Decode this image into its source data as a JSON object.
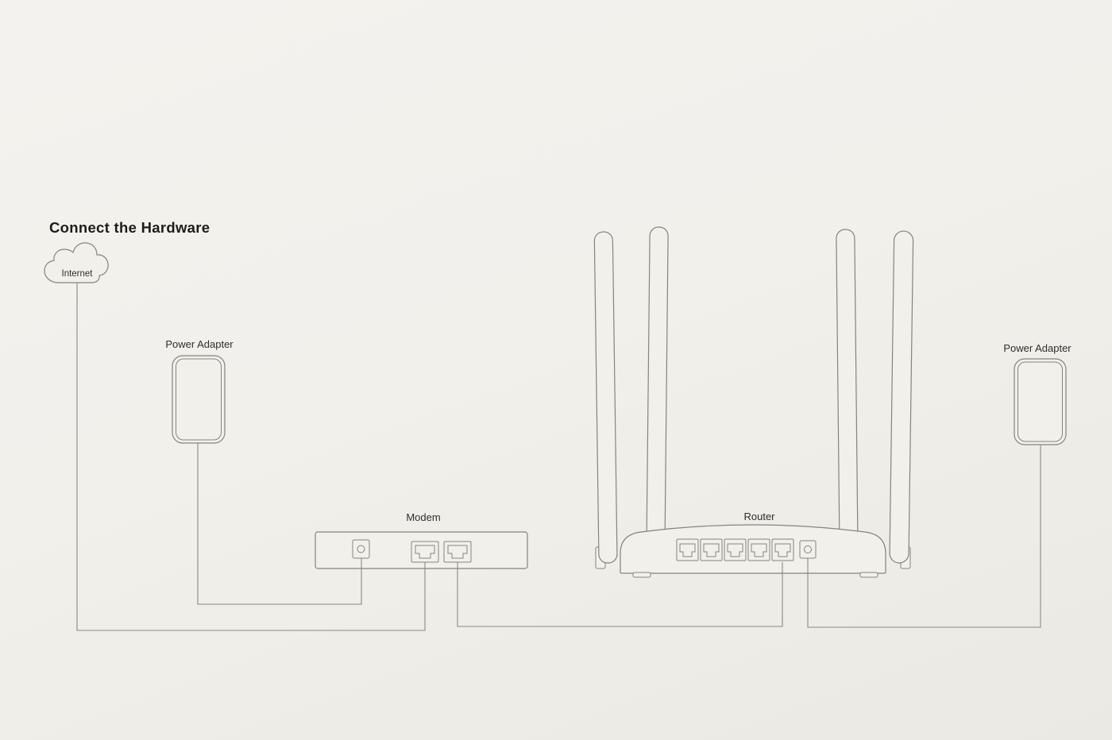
{
  "page": {
    "title": "Connect the Hardware"
  },
  "labels": {
    "internet": "Internet",
    "power_adapter_left": "Power Adapter",
    "modem": "Modem",
    "router": "Router",
    "power_adapter_right": "Power Adapter"
  },
  "colors": {
    "background": "#f2f0eb",
    "device_outline": "#85837d",
    "cable_line": "#8b8984",
    "label_text": "#2f2e2c",
    "title_text": "#1d1c1a"
  },
  "diagram": {
    "type": "hardware-connection-diagram",
    "connections": [
      {
        "from": "internet-cloud",
        "to": "modem-port-1"
      },
      {
        "from": "power-adapter-left",
        "to": "modem-power-port"
      },
      {
        "from": "modem-port-2",
        "to": "router-port-5"
      },
      {
        "from": "router-power-port",
        "to": "power-adapter-right"
      }
    ]
  }
}
